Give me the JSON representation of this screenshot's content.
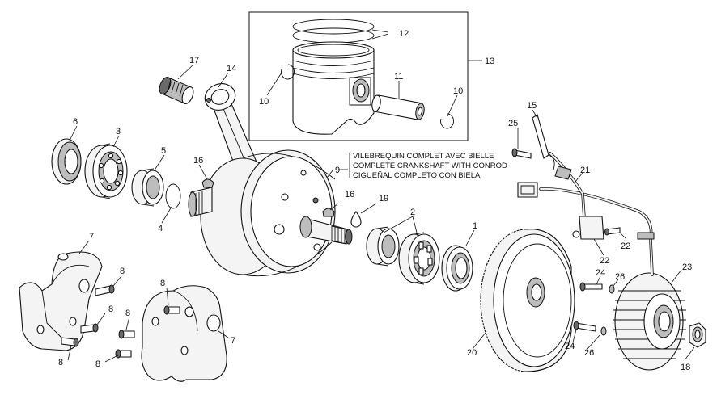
{
  "callouts": {
    "c1": "1",
    "c2": "2",
    "c3": "3",
    "c4": "4",
    "c5": "5",
    "c6": "6",
    "c7a": "7",
    "c7b": "7",
    "c8a": "8",
    "c8b": "8",
    "c8c": "8",
    "c8d": "8",
    "c8e": "8",
    "c8f": "8",
    "c9": "9",
    "c10a": "10",
    "c10b": "10",
    "c11": "11",
    "c12": "12",
    "c13": "13",
    "c14": "14",
    "c15": "15",
    "c16a": "16",
    "c16b": "16",
    "c17": "17",
    "c18": "18",
    "c19": "19",
    "c20": "20",
    "c21": "21",
    "c22a": "22",
    "c22b": "22",
    "c23": "23",
    "c24a": "24",
    "c24b": "24",
    "c25": "25",
    "c26a": "26",
    "c26b": "26"
  },
  "crankshaft_note": {
    "fr": "VILEBREQUIN COMPLET AVEC BIELLE",
    "en": "COMPLETE CRANKSHAFT WITH CONROD",
    "es": "CIGUEÑAL COMPLETO CON BIELA"
  }
}
